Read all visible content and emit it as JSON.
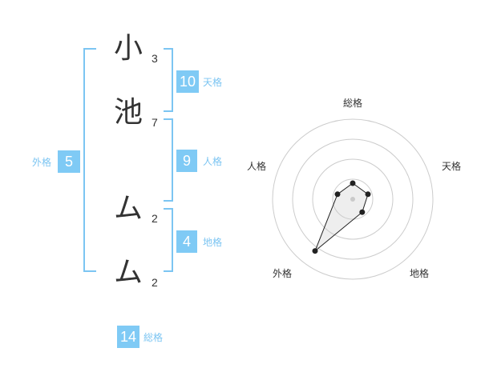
{
  "name": {
    "chars": [
      {
        "char": "小",
        "strokes": "3"
      },
      {
        "char": "池",
        "strokes": "7"
      },
      {
        "char": "ム",
        "strokes": "2"
      },
      {
        "char": "ム",
        "strokes": "2"
      }
    ]
  },
  "fortunes": {
    "tenkaku": {
      "value": "10",
      "label": "天格"
    },
    "jinkaku": {
      "value": "9",
      "label": "人格"
    },
    "chikaku": {
      "value": "4",
      "label": "地格"
    },
    "gaikaku": {
      "value": "5",
      "label": "外格"
    },
    "soukaku": {
      "value": "14",
      "label": "総格"
    }
  },
  "colors": {
    "accent": "#7fcaf5",
    "text": "#333333"
  },
  "chart_data": {
    "type": "radar",
    "axes": [
      "総格",
      "天格",
      "地格",
      "外格",
      "人格"
    ],
    "values": [
      0.2,
      0.2,
      0.2,
      0.8,
      0.2
    ],
    "max": 1,
    "rings": 4
  }
}
